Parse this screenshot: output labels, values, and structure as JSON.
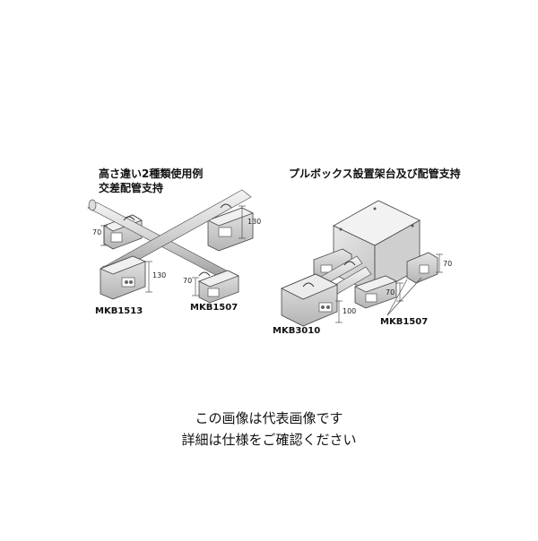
{
  "left_example": {
    "title_line1": "高さ違い2種類使用例",
    "title_line2": "交差配管支持",
    "dim_130_top": "130",
    "dim_70_left": "70",
    "dim_130_mid": "130",
    "dim_70_right": "70",
    "model_left": "MKB1513",
    "model_right": "MKB1507"
  },
  "right_example": {
    "title": "プルボックス設置架台及び配管支持",
    "dim_70_right": "70",
    "dim_70_mid": "70",
    "dim_100": "100",
    "model_left": "MKB3010",
    "model_right": "MKB1507"
  },
  "caption": {
    "line1": "この画像は代表画像です",
    "line2": "詳細は仕様をご確認ください"
  }
}
